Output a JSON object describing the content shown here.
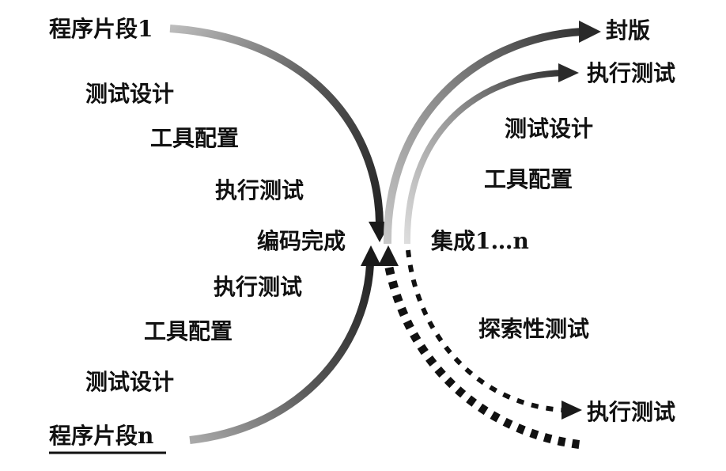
{
  "left": {
    "start_top": "程序片段1",
    "top_steps": [
      "测试设计",
      "工具配置",
      "执行测试"
    ],
    "center": "编码完成",
    "bottom_steps": [
      "执行测试",
      "工具配置",
      "测试设计"
    ],
    "start_bottom": "程序片段n"
  },
  "right": {
    "release": "封版",
    "exec_top": "执行测试",
    "design": "测试设计",
    "tools": "工具配置",
    "integration": "集成1…n",
    "exploratory": "探索性测试",
    "exec_bottom": "执行测试"
  },
  "colors": {
    "dark": "#2a2a2a",
    "mid": "#8a8a8a",
    "light": "#bdbdbd"
  }
}
